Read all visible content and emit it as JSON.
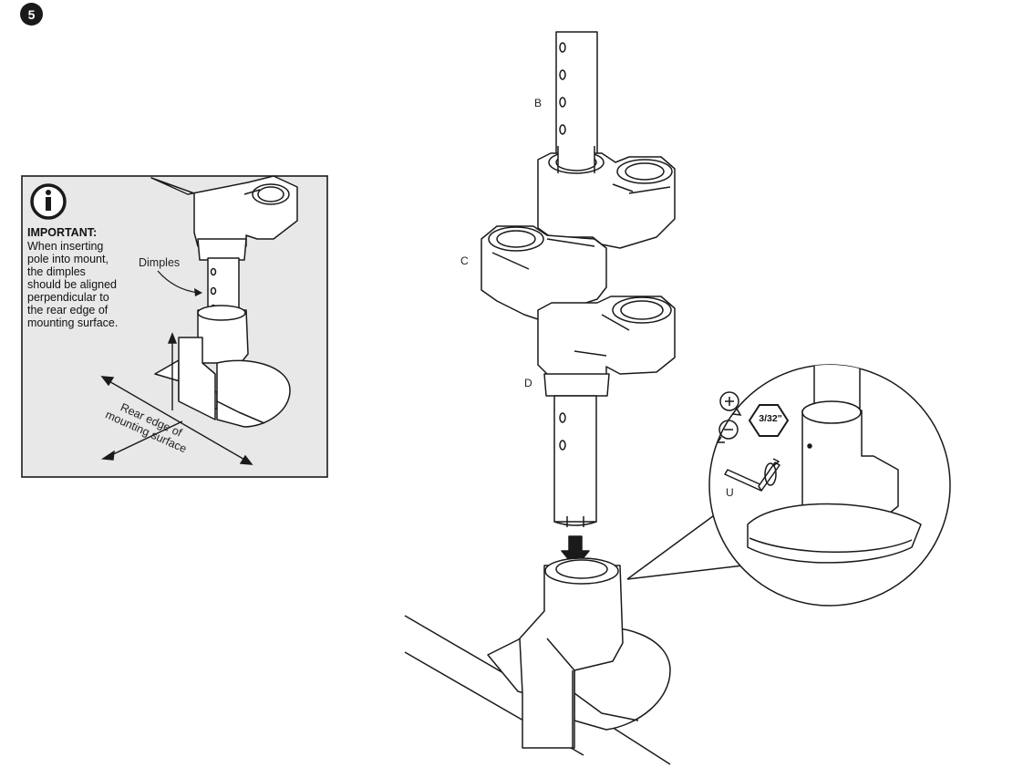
{
  "step": {
    "number": "5"
  },
  "important": {
    "title": "IMPORTANT:",
    "body_lines": [
      "When inserting",
      "pole into mount,",
      "the dimples",
      "should be aligned",
      "perpendicular to",
      "the rear edge of",
      "mounting surface."
    ]
  },
  "callouts": {
    "dimples": "Dimples",
    "rear_edge_lines": [
      "Rear edge of",
      "mounting surface"
    ]
  },
  "parts": {
    "pole_upper": "B",
    "hub_left": "C",
    "hub_lower": "D",
    "hex_key": "U"
  },
  "tool": {
    "hex_size": "3/32\""
  },
  "colors": {
    "line": "#1a1a1a",
    "panel_background": "#e8e8e8",
    "part_fill": "#ffffff",
    "badge": "#1a1a1a"
  }
}
